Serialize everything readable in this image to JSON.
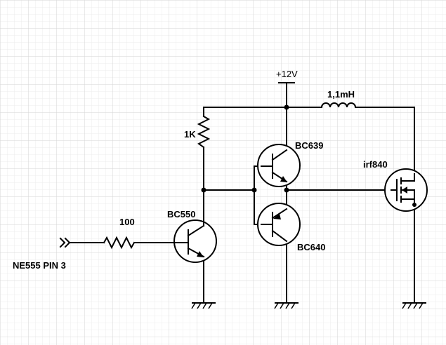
{
  "labels": {
    "supply": "+12V",
    "inductor": "1,1mH",
    "resistor_1k": "1K",
    "resistor_100": "100",
    "q_bc550": "BC550",
    "q_bc639": "BC639",
    "q_bc640": "BC640",
    "q_irf840": "irf840",
    "input": "NE555 PIN 3"
  },
  "colors": {
    "wire": "#000000",
    "grid_minor": "#ececec",
    "grid_major": "#d6d6d6",
    "background": "#ffffff"
  },
  "icons": {
    "ground": "ground-symbol-icon",
    "npn": "npn-transistor-icon",
    "pnp": "pnp-transistor-icon",
    "mosfet": "n-channel-mosfet-icon",
    "input": "input-arrow-icon"
  }
}
